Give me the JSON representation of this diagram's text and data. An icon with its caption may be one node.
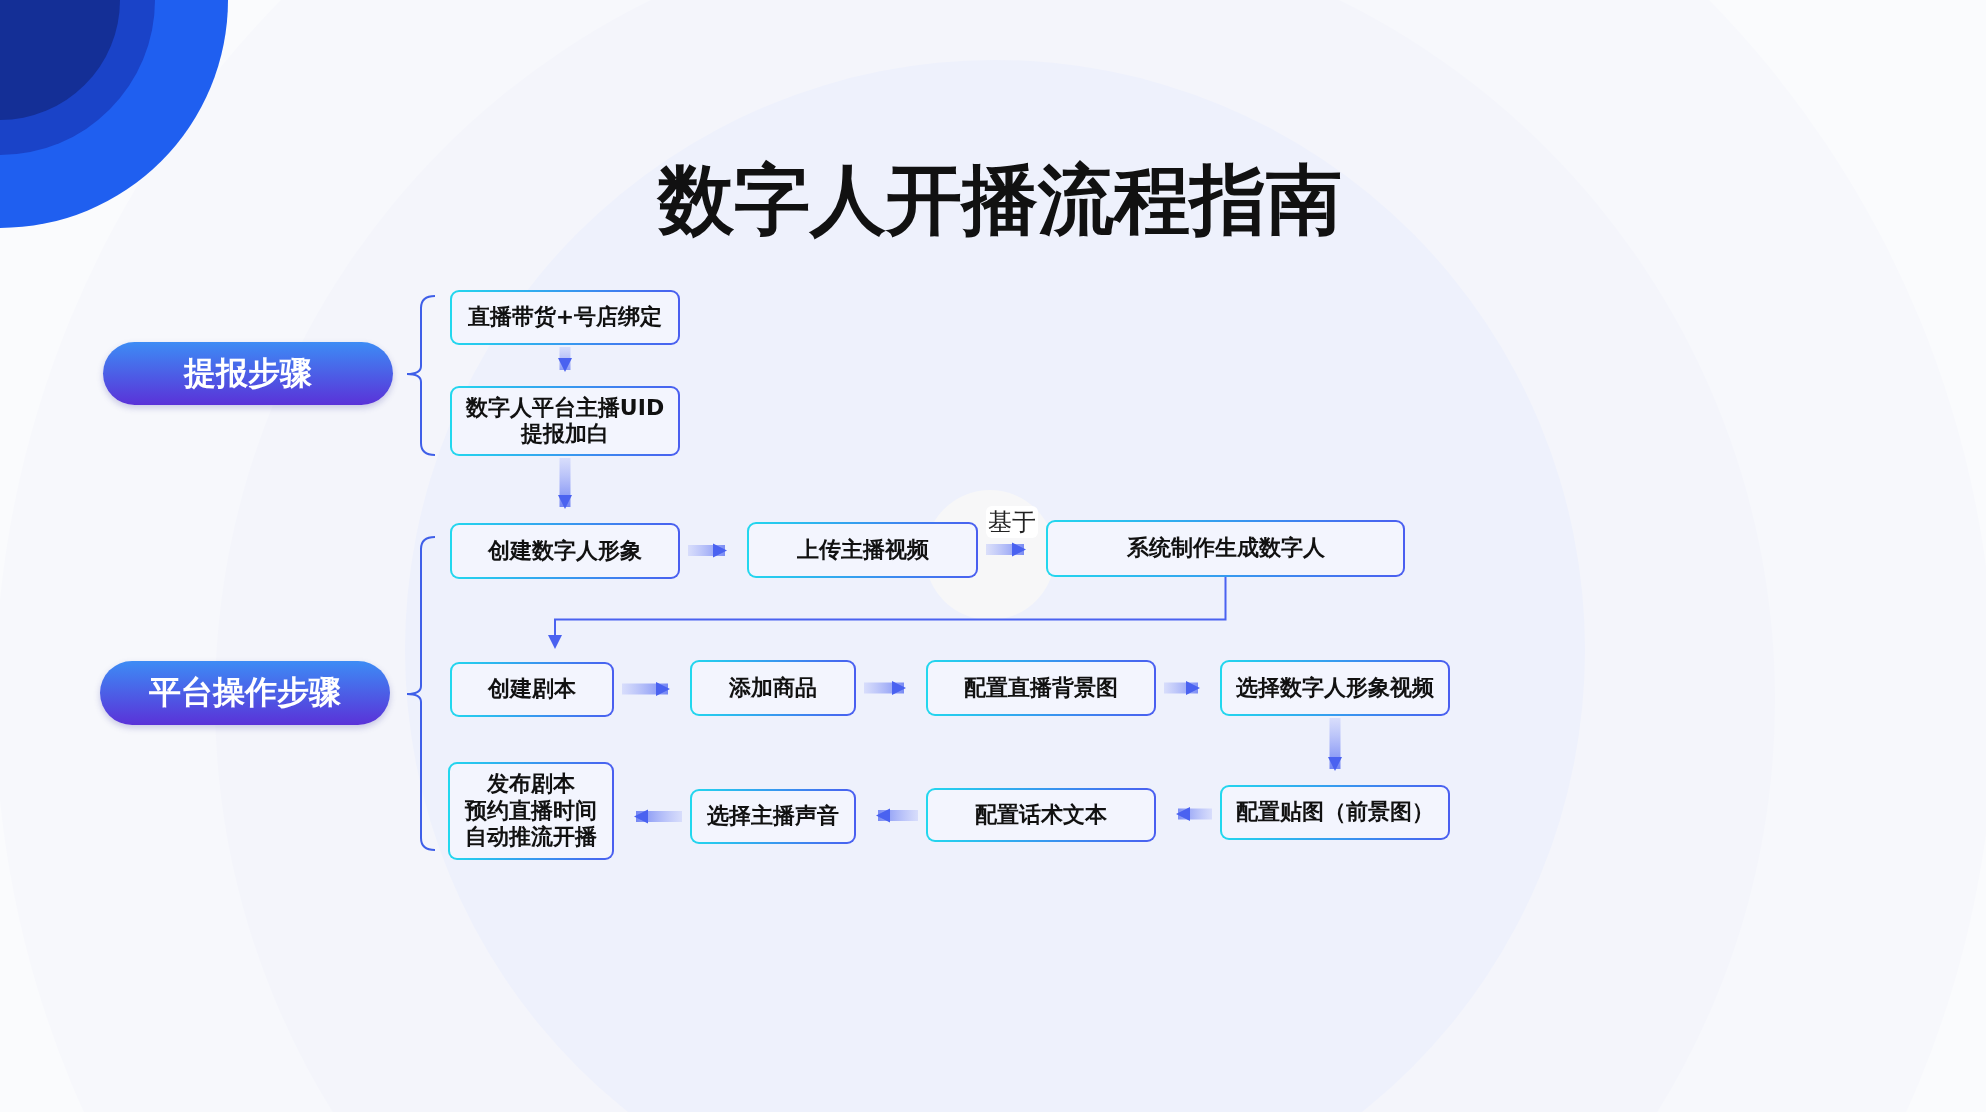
{
  "diagram": {
    "title": "数字人开播流程指南",
    "nodes": [
      {
        "text": [
          "提报步骤"
        ]
      },
      {
        "text": [
          "平台操作步骤"
        ]
      },
      {
        "text": [
          "直播带货+号店绑定"
        ]
      },
      {
        "text": [
          "数字人平台主播UID 提报加白"
        ]
      },
      {
        "text": [
          "创建数字人形象"
        ]
      },
      {
        "text": [
          "上传主播视频"
        ]
      },
      {
        "text": [
          "系统制作生成数字人"
        ]
      },
      {
        "text": [
          "创建剧本"
        ]
      },
      {
        "text": [
          "添加商品"
        ]
      },
      {
        "text": [
          "配置直播背景图"
        ]
      },
      {
        "text": [
          "选择数字人形象视频"
        ]
      },
      {
        "text": [
          "配置贴图（前景图）"
        ]
      },
      {
        "text": [
          "配置话术文本"
        ]
      },
      {
        "text": [
          "选择主播声音"
        ]
      },
      {
        "text": [
          "发布剧本",
          "预约直播时间",
          "自动推流开播"
        ]
      }
    ],
    "edges": [
      {
        "from": 2,
        "to": 3,
        "arrow": "to"
      },
      {
        "from": 3,
        "to": 4,
        "arrow": "to"
      },
      {
        "from": 4,
        "to": 5,
        "arrow": "to"
      },
      {
        "from": 5,
        "to": 6,
        "arrow": "to",
        "label": "基于"
      },
      {
        "from": 6,
        "to": 7,
        "arrow": "to"
      },
      {
        "from": 7,
        "to": 8,
        "arrow": "to"
      },
      {
        "from": 8,
        "to": 9,
        "arrow": "to"
      },
      {
        "from": 9,
        "to": 10,
        "arrow": "to"
      },
      {
        "from": 10,
        "to": 11,
        "arrow": "to"
      },
      {
        "from": 11,
        "to": 12,
        "arrow": "to"
      },
      {
        "from": 12,
        "to": 13,
        "arrow": "to"
      },
      {
        "from": 13,
        "to": 14,
        "arrow": "to"
      }
    ]
  }
}
